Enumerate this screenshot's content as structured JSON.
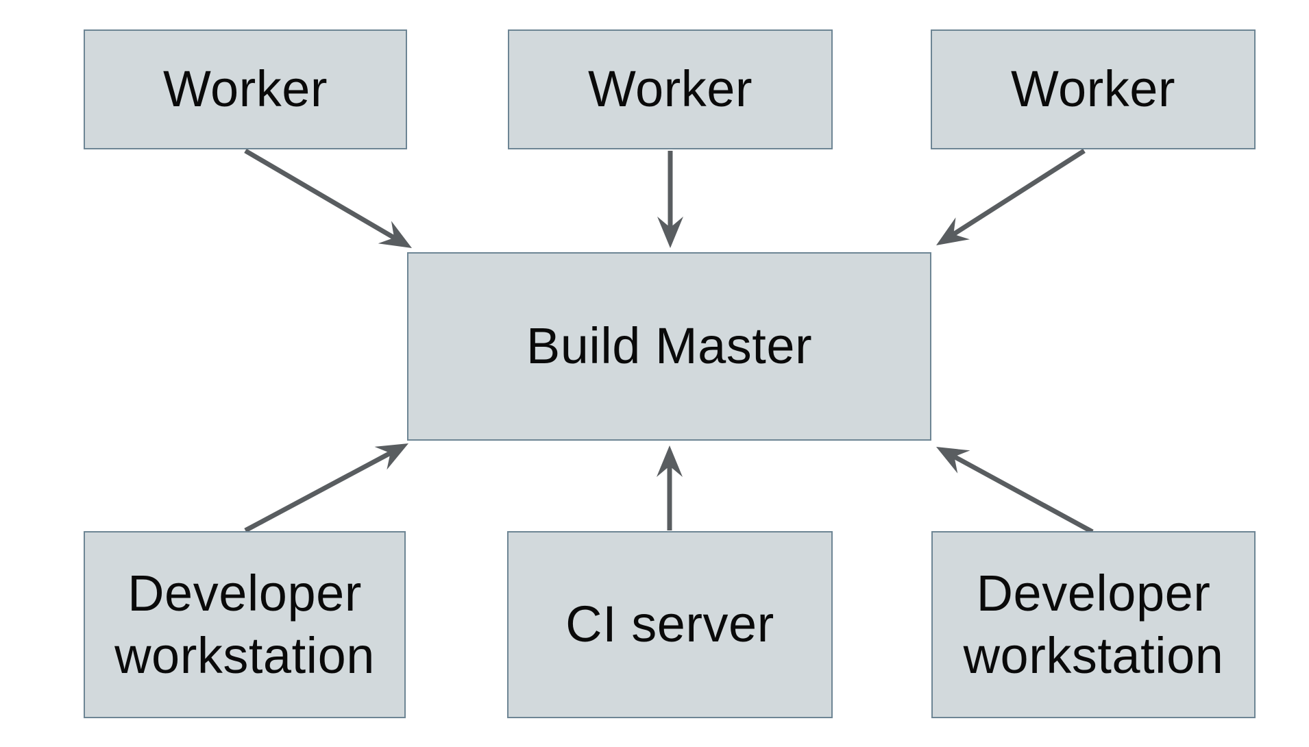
{
  "diagram": {
    "type": "architecture-diagram",
    "colors": {
      "node_fill": "#d2d9dc",
      "node_border": "#6d8594",
      "arrow": "#595d60",
      "text": "#0a0a0a",
      "background": "#ffffff"
    },
    "nodes": [
      {
        "id": "worker-1",
        "label": "Worker"
      },
      {
        "id": "worker-2",
        "label": "Worker"
      },
      {
        "id": "worker-3",
        "label": "Worker"
      },
      {
        "id": "build-master",
        "label": "Build Master"
      },
      {
        "id": "dev-workstation-left",
        "label": "Developer workstation"
      },
      {
        "id": "ci-server",
        "label": "CI server"
      },
      {
        "id": "dev-workstation-right",
        "label": "Developer workstation"
      }
    ],
    "edges": [
      {
        "from": "worker-1",
        "to": "build-master"
      },
      {
        "from": "worker-2",
        "to": "build-master"
      },
      {
        "from": "worker-3",
        "to": "build-master"
      },
      {
        "from": "dev-workstation-left",
        "to": "build-master"
      },
      {
        "from": "ci-server",
        "to": "build-master"
      },
      {
        "from": "dev-workstation-right",
        "to": "build-master"
      }
    ]
  }
}
